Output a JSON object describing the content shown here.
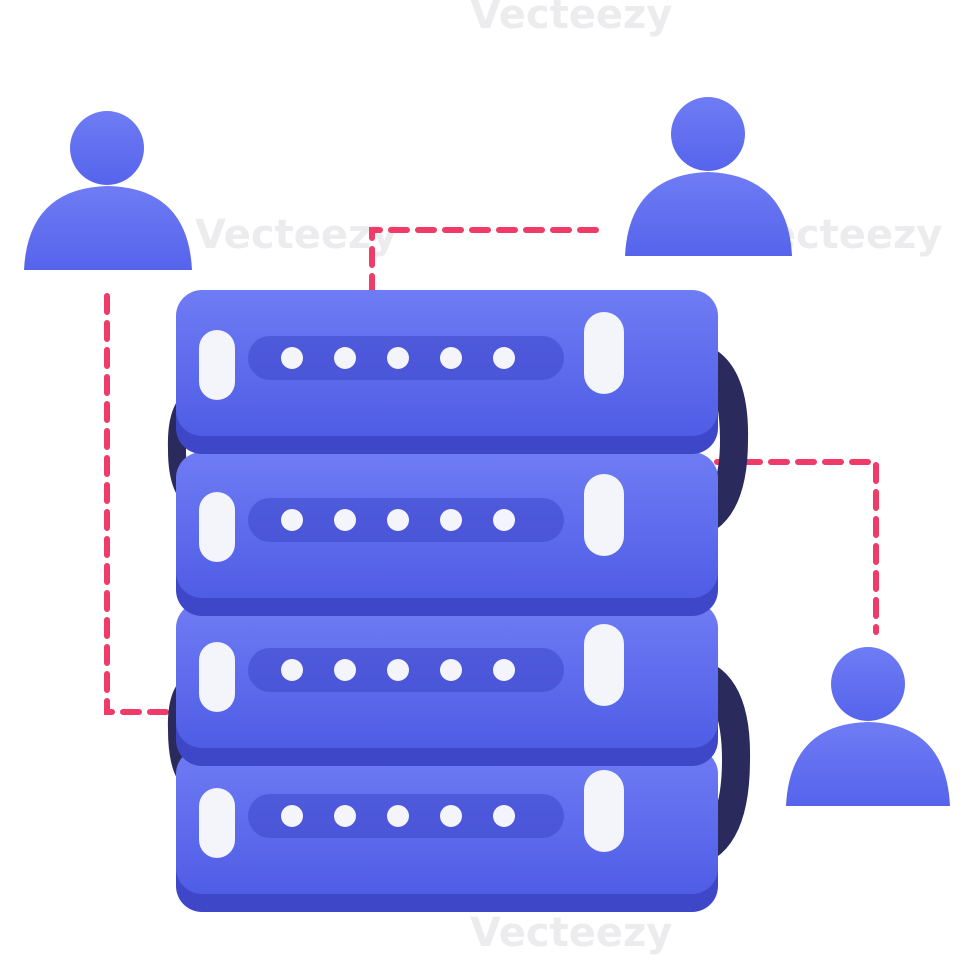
{
  "illustration": {
    "subject": "server-rack-with-connected-users",
    "colors": {
      "server_blue": "#4f5de6",
      "server_blue_dark": "#3d47c8",
      "server_blue_light": "#6f7cf4",
      "handle_dark": "#2a2a5c",
      "light_white": "#f4f4fb",
      "user_blue": "#5564ec",
      "connector_red": "#f03a68",
      "background": "#ffffff"
    },
    "server_units": 4,
    "lights_per_unit": 5,
    "users": 3
  },
  "watermark": {
    "text": "Vecteezy"
  }
}
